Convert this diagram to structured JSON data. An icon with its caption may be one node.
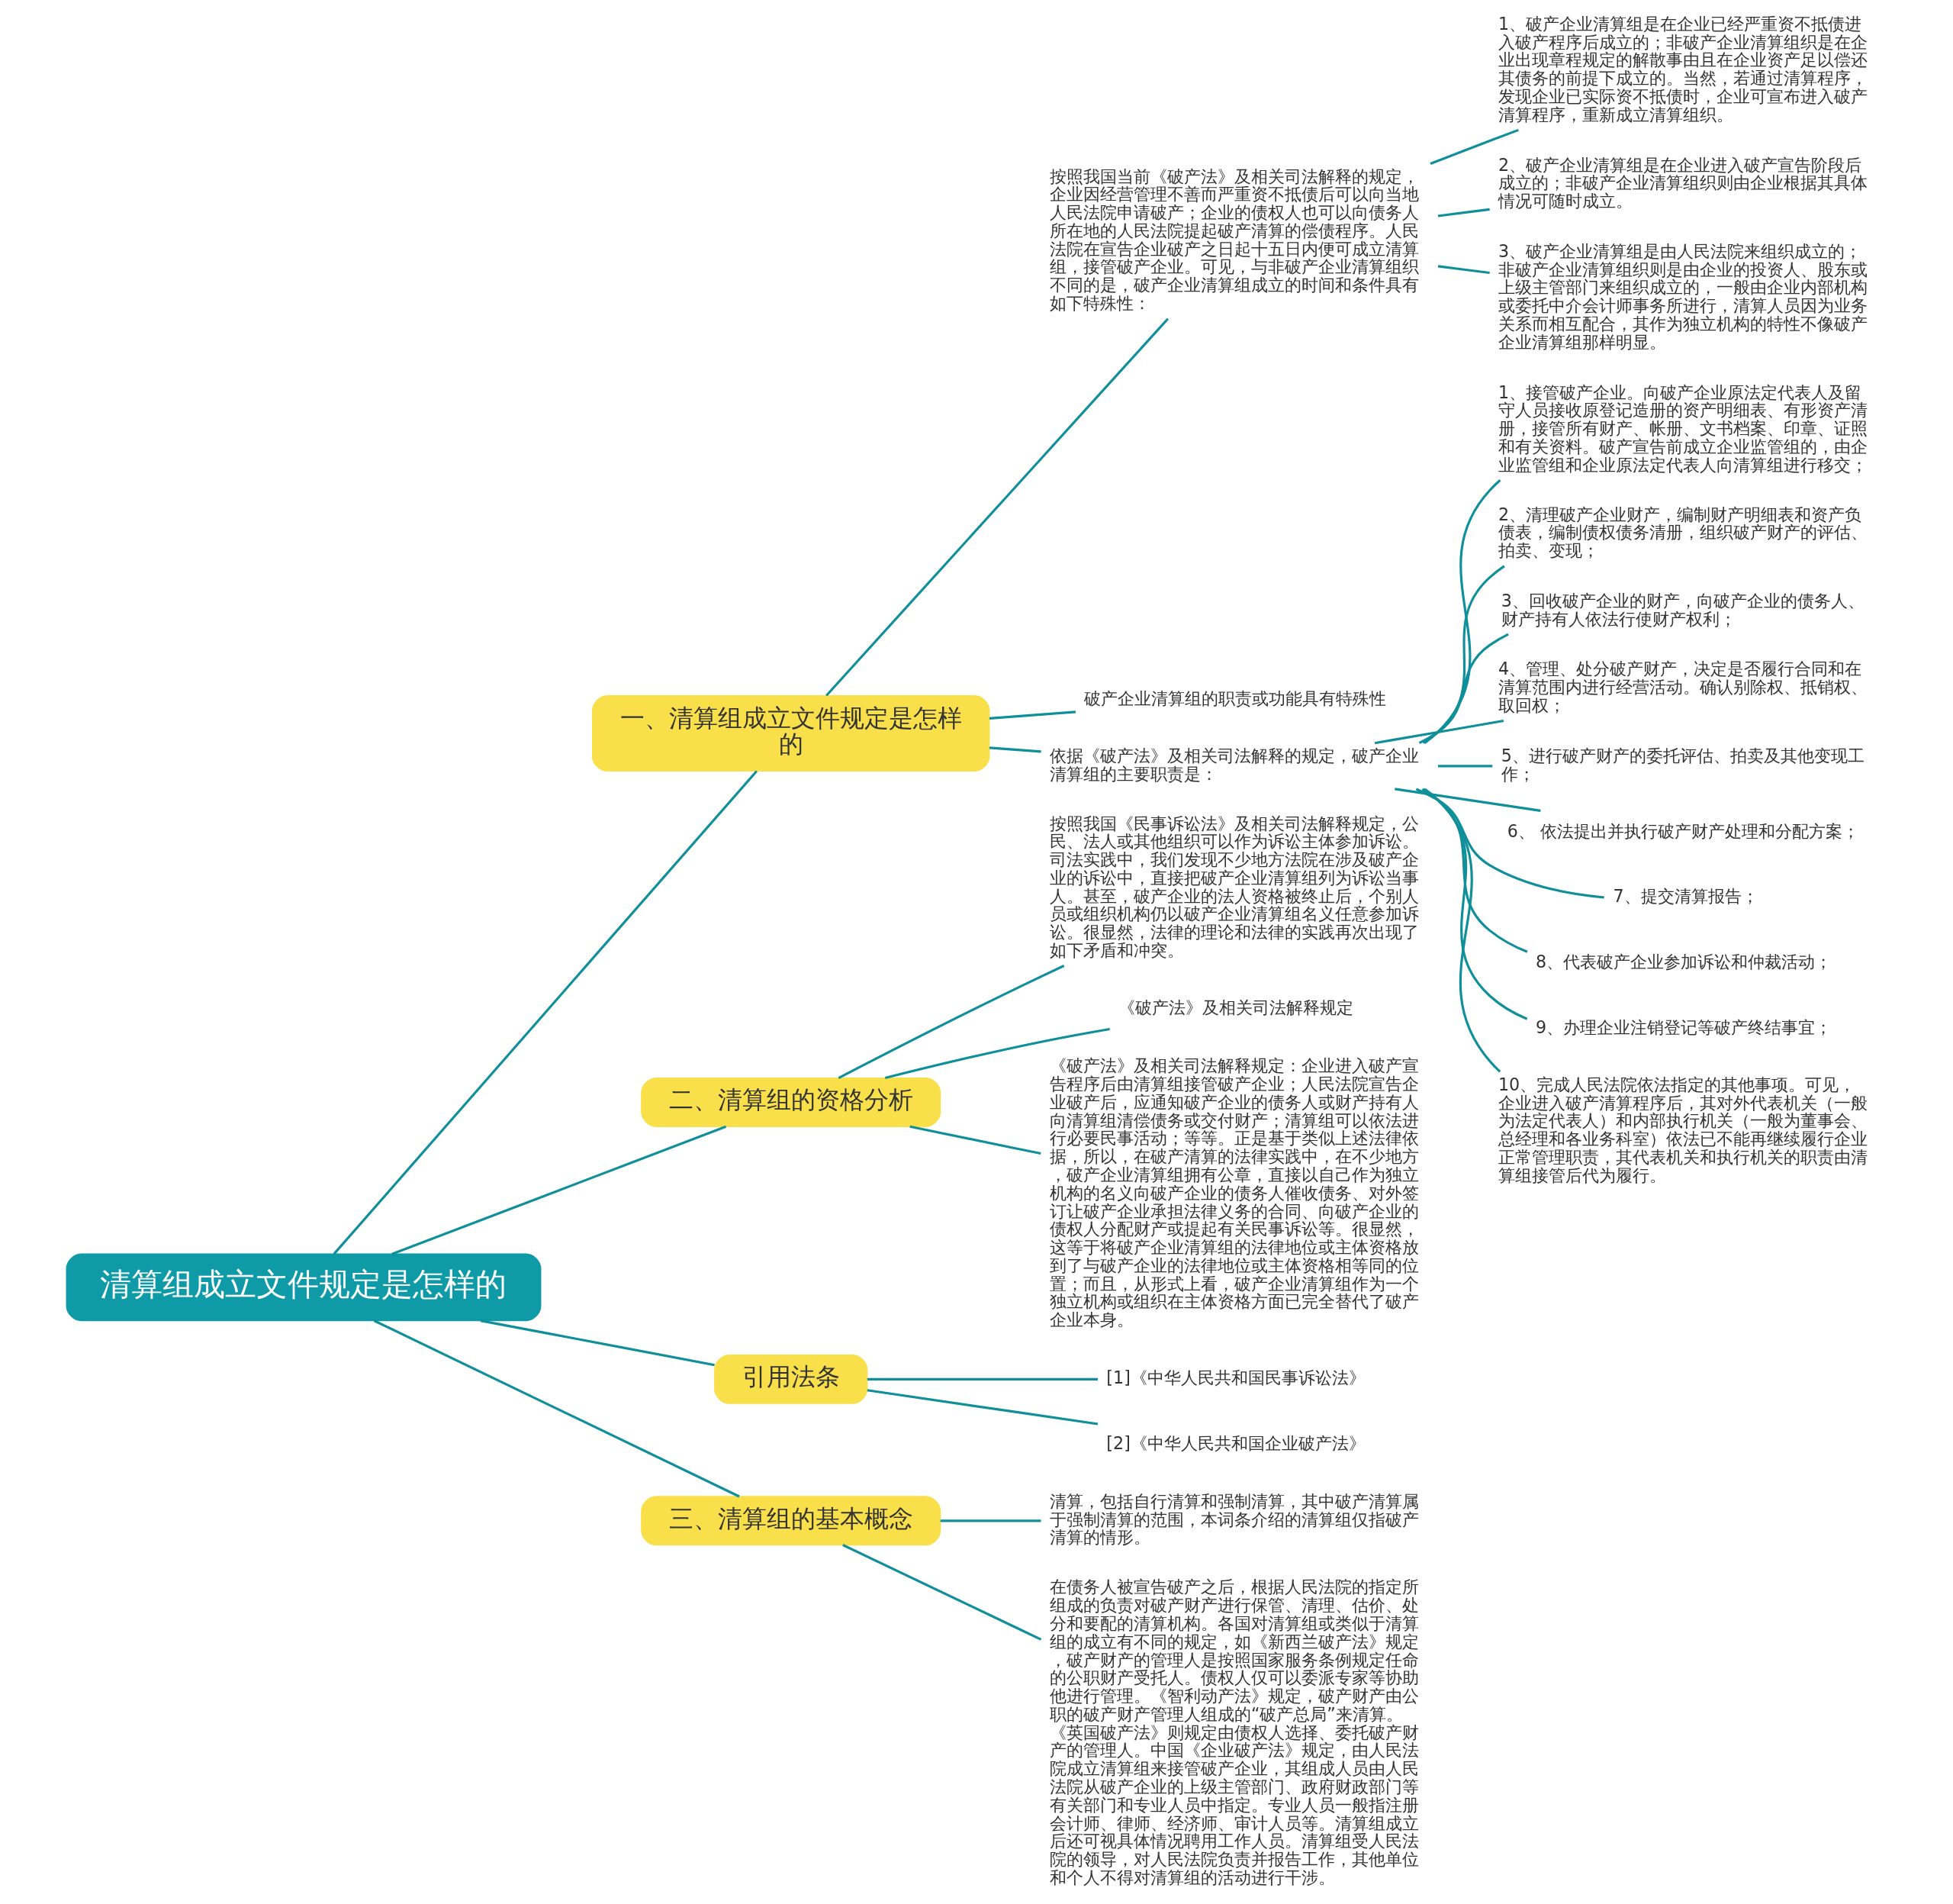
{
  "diagram": {
    "nodes": [
      {
        "text": [
          "清算组成立文件规定是怎样的"
        ]
      },
      {
        "text": [
          "一、清算组成立文件规定是怎样的"
        ]
      },
      {
        "text": [
          "按照我国当前《破产法》及相关司法解释的规定，企业因经营管理不善而严重资不抵债后可以向当地人民法院申请破产；企业的债权人也可以向债务人所在地的人民法院提起破产清算的偿债程序。人民法院在宣告企业破产之日起十五日内便可成立清算组，接管破产企业。可见，与非破产企业清算组织不同的是，破产企业清算组成立的时间和条件具有如下特殊性："
        ]
      },
      {
        "text": [
          "1、破产企业清算组是在企业已经严重资不抵债进入破产程序后成立的；非破产企业清算组织是在企业出现章程规定的解散事由且在企业资产足以偿还其债务的前提下成立的。当然，若通过清算程序，发现企业已实际资不抵债时，企业可宣布进入破产清算程序，重新成立清算组织。"
        ]
      },
      {
        "text": [
          "2、破产企业清算组是在企业进入破产宣告阶段后成立的；非破产企业清算组织则由企业根据其具体情况可随时成立。"
        ]
      },
      {
        "text": [
          "3、破产企业清算组是由人民法院来组织成立的；非破产企业清算组织则是由企业的投资人、股东或上级主管部门来组织成立的，一般由企业内部机构或委托中介会计师事务所进行，清算人员因为业务关系而相互配合，其作为独立机构的特性不像破产企业清算组那样明显。"
        ]
      },
      {
        "text": [
          "破产企业清算组的职责或功能具有特殊性"
        ]
      },
      {
        "text": [
          "依据《破产法》及相关司法解释的规定，破产企业清算组的主要职责是："
        ]
      },
      {
        "text": [
          "1、接管破产企业。向破产企业原法定代表人及留守人员接收原登记造册的资产明细表、有形资产清册，接管所有财产、帐册、文书档案、印章、证照和有关资料。破产宣告前成立企业监管组的，由企业监管组和企业原法定代表人向清算组进行移交；"
        ]
      },
      {
        "text": [
          "2、清理破产企业财产，编制财产明细表和资产负债表，编制债权债务清册，组织破产财产的评估、拍卖、变现；"
        ]
      },
      {
        "text": [
          "3、回收破产企业的财产，向破产企业的债务人、财产持有人依法行使财产权利；"
        ]
      },
      {
        "text": [
          "4、管理、处分破产财产，决定是否履行合同和在清算范围内进行经营活动。确认别除权、抵销权、取回权；"
        ]
      },
      {
        "text": [
          "5、进行破产财产的委托评估、拍卖及其他变现工作；"
        ]
      },
      {
        "text": [
          "6、 依法提出并执行破产财产处理和分配方案；"
        ]
      },
      {
        "text": [
          "7、提交清算报告；"
        ]
      },
      {
        "text": [
          "8、代表破产企业参加诉讼和仲裁活动；"
        ]
      },
      {
        "text": [
          "9、办理企业注销登记等破产终结事宜；"
        ]
      },
      {
        "text": [
          "10、完成人民法院依法指定的其他事项。可见，企业进入破产清算程序后，其对外代表机关（一般为法定代表人）和内部执行机关（一般为董事会、总经理和各业务科室）依法已不能再继续履行企业正常管理职责，其代表机关和执行机关的职责由清算组接管后代为履行。"
        ]
      },
      {
        "text": [
          "二、清算组的资格分析"
        ]
      },
      {
        "text": [
          "按照我国《民事诉讼法》及相关司法解释规定，公民、法人或其他组织可以作为诉讼主体参加诉讼。司法实践中，我们发现不少地方法院在涉及破产企业的诉讼中，直接把破产企业清算组列为诉讼当事人。甚至，破产企业的法人资格被终止后，个别人员或组织机构仍以破产企业清算组名义任意参加诉讼。很显然，法律的理论和法律的实践再次出现了如下矛盾和冲突。"
        ]
      },
      {
        "text": [
          "《破产法》及相关司法解释规定"
        ]
      },
      {
        "text": [
          "《破产法》及相关司法解释规定：企业进入破产宣告程序后由清算组接管破产企业；人民法院宣告企业破产后，应通知破产企业的债务人或财产持有人向清算组清偿债务或交付财产；清算组可以依法进行必要民事活动；等等。正是基于类似上述法律依据，所以，在破产清算的法律实践中，在不少地方，破产企业清算组拥有公章，直接以自己作为独立机构的名义向破产企业的债务人催收债务、对外签订让破产企业承担法律义务的合同、向破产企业的债权人分配财产或提起有关民事诉讼等。很显然，这等于将破产企业清算组的法律地位或主体资格放到了与破产企业的法律地位或主体资格相等同的位置；而且，从形式上看，破产企业清算组作为一个独立机构或组织在主体资格方面已完全替代了破产企业本身。"
        ]
      },
      {
        "text": [
          "引用法条"
        ]
      },
      {
        "text": [
          "[1]《中华人民共和国民事诉讼法》"
        ]
      },
      {
        "text": [
          "[2]《中华人民共和国企业破产法》"
        ]
      },
      {
        "text": [
          "三、清算组的基本概念"
        ]
      },
      {
        "text": [
          "清算，包括自行清算和强制清算，其中破产清算属于强制清算的范围，本词条介绍的清算组仅指破产清算的情形。"
        ]
      },
      {
        "text": [
          "在债务人被宣告破产之后，根据人民法院的指定所组成的负责对破产财产进行保管、清理、估价、处分和要配的清算机构。各国对清算组或类似于清算组的成立有不同的规定，如《新西兰破产法》规定，破产财产的管理人是按照国家服务条例规定任命的公职财产受托人。债权人仅可以委派专家等协助他进行管理。《智利动产法》规定，破产财产由公职的破产财产管理人组成的“破产总局”来清算。《英国破产法》则规定由债权人选择、委托破产财产的管理人。中国《企业破产法》规定，由人民法院成立清算组来接管破产企业，其组成人员由人民法院从破产企业的上级主管部门、政府财政部门等有关部门和专业人员中指定。专业人员一般指注册会计师、律师、经济师、审计人员等。清算组成立后还可视具体情况聘用工作人员。清算组受人民法院的领导，对人民法院负责并报告工作，其他单位和个人不得对清算组的活动进行干涉。"
        ]
      }
    ],
    "edges": [
      {
        "from": 0,
        "to": 1,
        "arrow": "none"
      },
      {
        "from": 1,
        "to": 2,
        "arrow": "none"
      },
      {
        "from": 2,
        "to": 3,
        "arrow": "none"
      },
      {
        "from": 2,
        "to": 4,
        "arrow": "none"
      },
      {
        "from": 2,
        "to": 5,
        "arrow": "none"
      },
      {
        "from": 1,
        "to": 6,
        "arrow": "none"
      },
      {
        "from": 1,
        "to": 7,
        "arrow": "none"
      },
      {
        "from": 7,
        "to": 8,
        "arrow": "none"
      },
      {
        "from": 7,
        "to": 9,
        "arrow": "none"
      },
      {
        "from": 7,
        "to": 10,
        "arrow": "none"
      },
      {
        "from": 7,
        "to": 11,
        "arrow": "none"
      },
      {
        "from": 7,
        "to": 12,
        "arrow": "none"
      },
      {
        "from": 7,
        "to": 13,
        "arrow": "none"
      },
      {
        "from": 7,
        "to": 14,
        "arrow": "none"
      },
      {
        "from": 7,
        "to": 15,
        "arrow": "none"
      },
      {
        "from": 7,
        "to": 16,
        "arrow": "none"
      },
      {
        "from": 7,
        "to": 17,
        "arrow": "none"
      },
      {
        "from": 0,
        "to": 18,
        "arrow": "none"
      },
      {
        "from": 18,
        "to": 19,
        "arrow": "none"
      },
      {
        "from": 18,
        "to": 20,
        "arrow": "none"
      },
      {
        "from": 18,
        "to": 21,
        "arrow": "none"
      },
      {
        "from": 0,
        "to": 22,
        "arrow": "none"
      },
      {
        "from": 22,
        "to": 23,
        "arrow": "none"
      },
      {
        "from": 22,
        "to": 24,
        "arrow": "none"
      },
      {
        "from": 0,
        "to": 25,
        "arrow": "none"
      },
      {
        "from": 25,
        "to": 26,
        "arrow": "none"
      },
      {
        "from": 25,
        "to": 27,
        "arrow": "none"
      }
    ]
  }
}
